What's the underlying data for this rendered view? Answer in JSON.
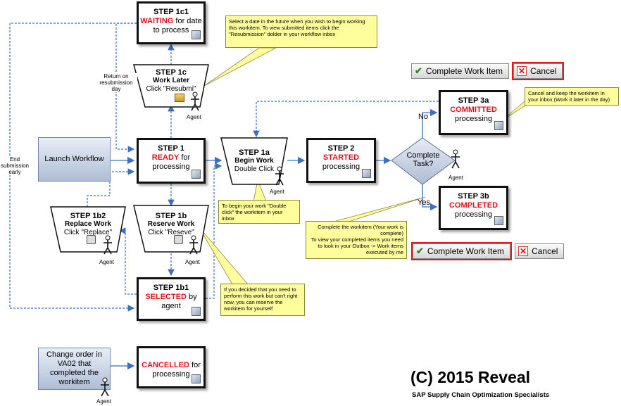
{
  "steps": {
    "s1c1": {
      "title": "STEP 1c1",
      "status": "WAITING",
      "rest": " for date",
      "sub": "to process"
    },
    "s1": {
      "title": "STEP 1",
      "status": "READY",
      "rest": " for",
      "sub": "processing"
    },
    "s1a": {
      "title": "STEP 1a",
      "line1": "Begin Work",
      "line2": "Double Click"
    },
    "s2": {
      "title": "STEP 2",
      "status": "STARTED",
      "sub": "processing"
    },
    "s3a": {
      "title": "STEP 3a",
      "status": "COMMITTED",
      "sub": "processing"
    },
    "s3b": {
      "title": "STEP 3b",
      "status": "COMPLETED",
      "sub": "processing"
    },
    "s1c": {
      "title": "STEP 1c",
      "line1": "Work Later",
      "line2": "Click \"Resubmi\""
    },
    "s1b": {
      "title": "STEP 1b",
      "line1": "Reserve Work",
      "line2": "Click \"Reseve\""
    },
    "s1b2": {
      "title": "STEP 1b2",
      "line1": "Replace Work",
      "line2": "Click \"Replace\""
    },
    "s1b1": {
      "title": "STEP 1b1",
      "status": "SELECTED",
      "rest": " by",
      "sub": "agent"
    },
    "cancelled": {
      "status": "CANCELLED",
      "rest": " for",
      "sub": "processing"
    }
  },
  "launch_workflow": "Launch Workflow",
  "change_order": "Change order in VA02 that completed the workitem",
  "decision": {
    "line1": "Complete",
    "line2": "Task?",
    "no": "No",
    "yes": "Yes"
  },
  "labels": {
    "return": "Return on resubmission day",
    "end": "End submission early",
    "agent": "Agent"
  },
  "notes": {
    "n1": "Select a date in the future when you wish to begin working this workitem. To view submitted items click the \"Resubmission\" dolder in your workflow inbox",
    "n2": "Cancel and keep the workitem in your inbox (Work it later in the day)",
    "n3": "To begin your work \"Double click\" the workitem in your inbox",
    "n4": "Complete the workitem (Your work is complete)\nTo view your completed items you need to look in your Outbox -> Work items executed by me",
    "n5": "If you decided that you need to perform this work but can't right now, you can reserve the workitem for yourself"
  },
  "buttons": {
    "complete": "Complete Work Item",
    "cancel": "Cancel"
  },
  "footer": {
    "copyright": "(C) 2015 Reveal",
    "tagline": "SAP Supply Chain Optimization Specialists"
  },
  "colors": {
    "status_red": "#e3101b",
    "note_yellow": "#fffe9c",
    "connector_blue": "#3a6fc4"
  }
}
